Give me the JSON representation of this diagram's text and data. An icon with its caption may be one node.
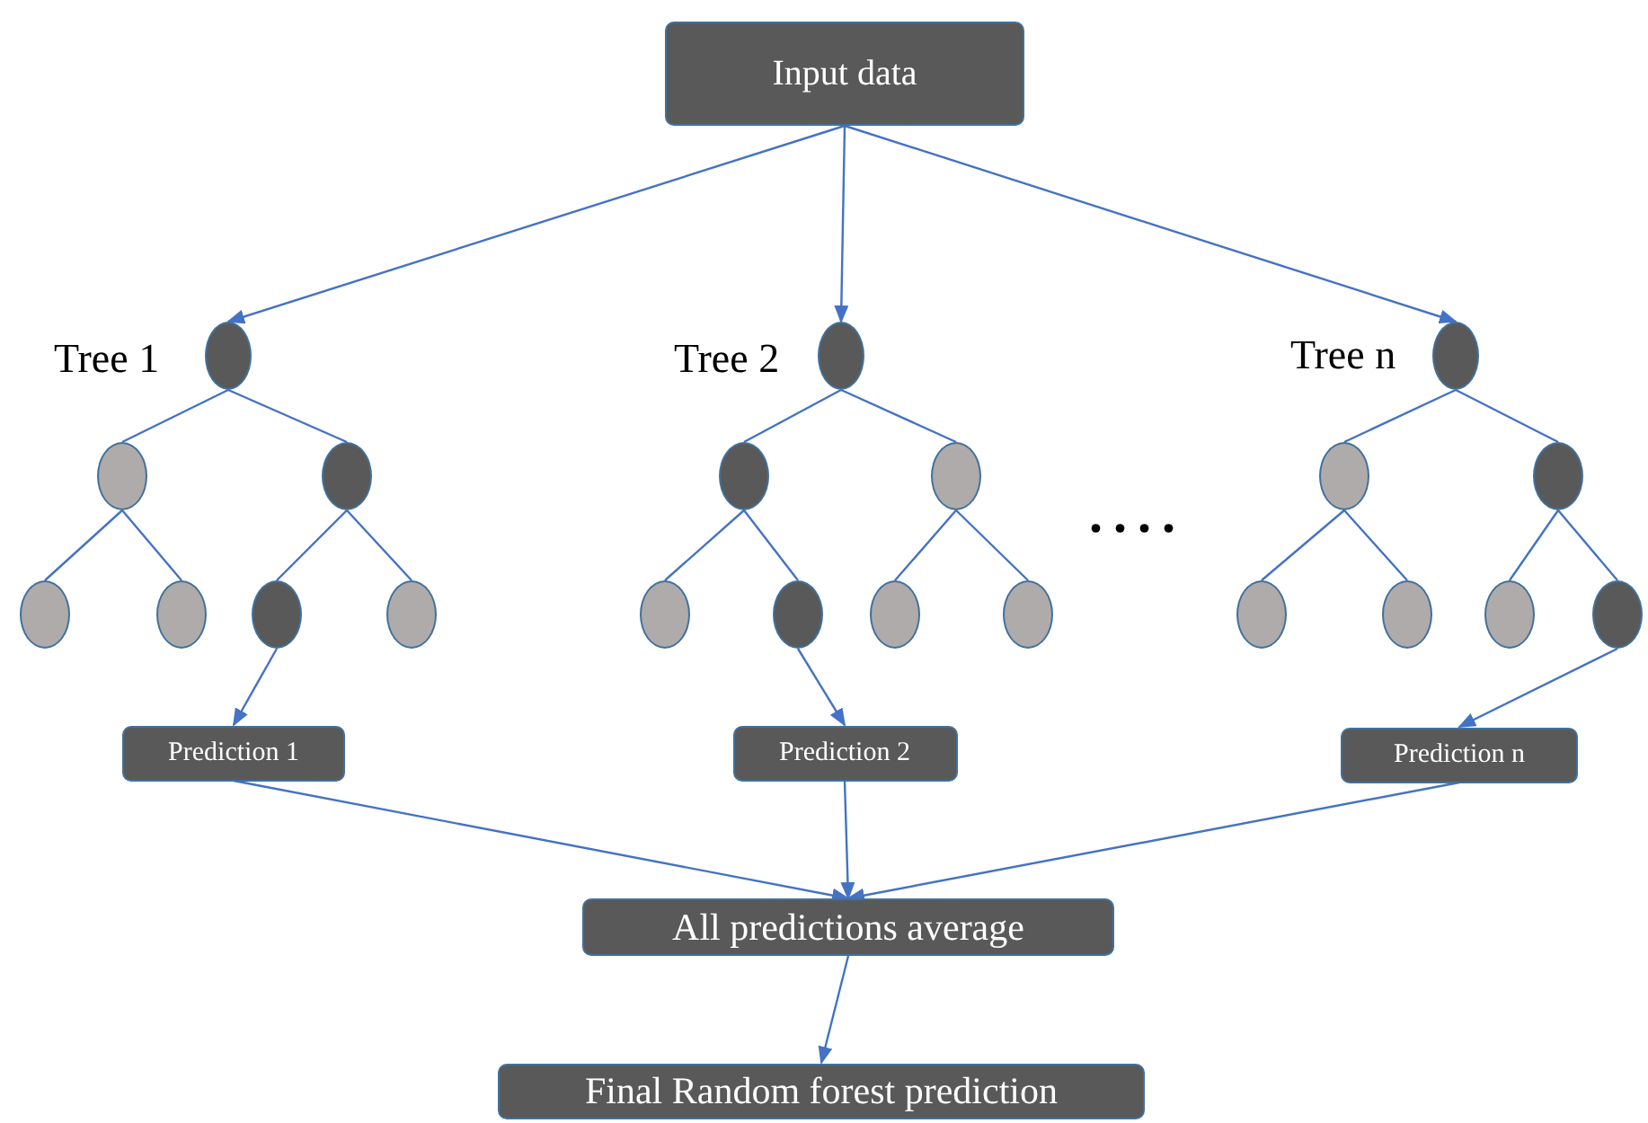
{
  "diagram": {
    "nodes": [
      {
        "text": [
          "Input  data"
        ]
      },
      {
        "text": [],
        "shape": "circle",
        "beside": [
          "Tree 1"
        ]
      },
      {
        "text": [],
        "shape": "circle",
        "beside": [
          "Tree 2"
        ]
      },
      {
        "text": [],
        "shape": "circle",
        "beside": [
          "Tree n"
        ]
      },
      {
        "text": [],
        "shape": "circle"
      },
      {
        "text": [],
        "shape": "circle"
      },
      {
        "text": [],
        "shape": "circle"
      },
      {
        "text": [],
        "shape": "circle"
      },
      {
        "text": [],
        "shape": "circle"
      },
      {
        "text": [],
        "shape": "circle"
      },
      {
        "text": [],
        "shape": "circle"
      },
      {
        "text": [],
        "shape": "circle"
      },
      {
        "text": [],
        "shape": "circle"
      },
      {
        "text": [],
        "shape": "circle"
      },
      {
        "text": [],
        "shape": "circle"
      },
      {
        "text": [],
        "shape": "circle"
      },
      {
        "text": [],
        "shape": "circle"
      },
      {
        "text": [],
        "shape": "circle"
      },
      {
        "text": [],
        "shape": "circle"
      },
      {
        "text": [],
        "shape": "circle"
      },
      {
        "text": [],
        "shape": "circle"
      },
      {
        "text": [],
        "shape": "circle"
      },
      {
        "text": [
          "Prediction 1"
        ]
      },
      {
        "text": [
          "Prediction 2"
        ]
      },
      {
        "text": [
          "Prediction n"
        ]
      },
      {
        "text": [
          "All predictions average"
        ]
      },
      {
        "text": [
          "Final Random forest prediction"
        ]
      }
    ],
    "edges": [
      {
        "from": 0,
        "to": 1,
        "arrow": "to"
      },
      {
        "from": 0,
        "to": 2,
        "arrow": "to"
      },
      {
        "from": 0,
        "to": 3,
        "arrow": "to"
      },
      {
        "from": 1,
        "to": 4,
        "arrow": "none"
      },
      {
        "from": 1,
        "to": 5,
        "arrow": "none"
      },
      {
        "from": 2,
        "to": 6,
        "arrow": "none"
      },
      {
        "from": 2,
        "to": 7,
        "arrow": "none"
      },
      {
        "from": 3,
        "to": 8,
        "arrow": "none"
      },
      {
        "from": 3,
        "to": 9,
        "arrow": "none"
      },
      {
        "from": 4,
        "to": 10,
        "arrow": "none"
      },
      {
        "from": 4,
        "to": 11,
        "arrow": "none"
      },
      {
        "from": 5,
        "to": 12,
        "arrow": "none"
      },
      {
        "from": 5,
        "to": 13,
        "arrow": "none"
      },
      {
        "from": 6,
        "to": 14,
        "arrow": "none"
      },
      {
        "from": 6,
        "to": 15,
        "arrow": "none"
      },
      {
        "from": 7,
        "to": 16,
        "arrow": "none"
      },
      {
        "from": 7,
        "to": 17,
        "arrow": "none"
      },
      {
        "from": 8,
        "to": 18,
        "arrow": "none"
      },
      {
        "from": 8,
        "to": 19,
        "arrow": "none"
      },
      {
        "from": 9,
        "to": 20,
        "arrow": "none"
      },
      {
        "from": 9,
        "to": 21,
        "arrow": "none"
      },
      {
        "from": 12,
        "to": 22,
        "arrow": "to"
      },
      {
        "from": 15,
        "to": 23,
        "arrow": "to"
      },
      {
        "from": 21,
        "to": 24,
        "arrow": "to"
      },
      {
        "from": 22,
        "to": 25,
        "arrow": "to"
      },
      {
        "from": 23,
        "to": 25,
        "arrow": "to"
      },
      {
        "from": 24,
        "to": 25,
        "arrow": "to"
      },
      {
        "from": 25,
        "to": 26,
        "arrow": "to"
      }
    ],
    "labels": [
      "...."
    ]
  }
}
